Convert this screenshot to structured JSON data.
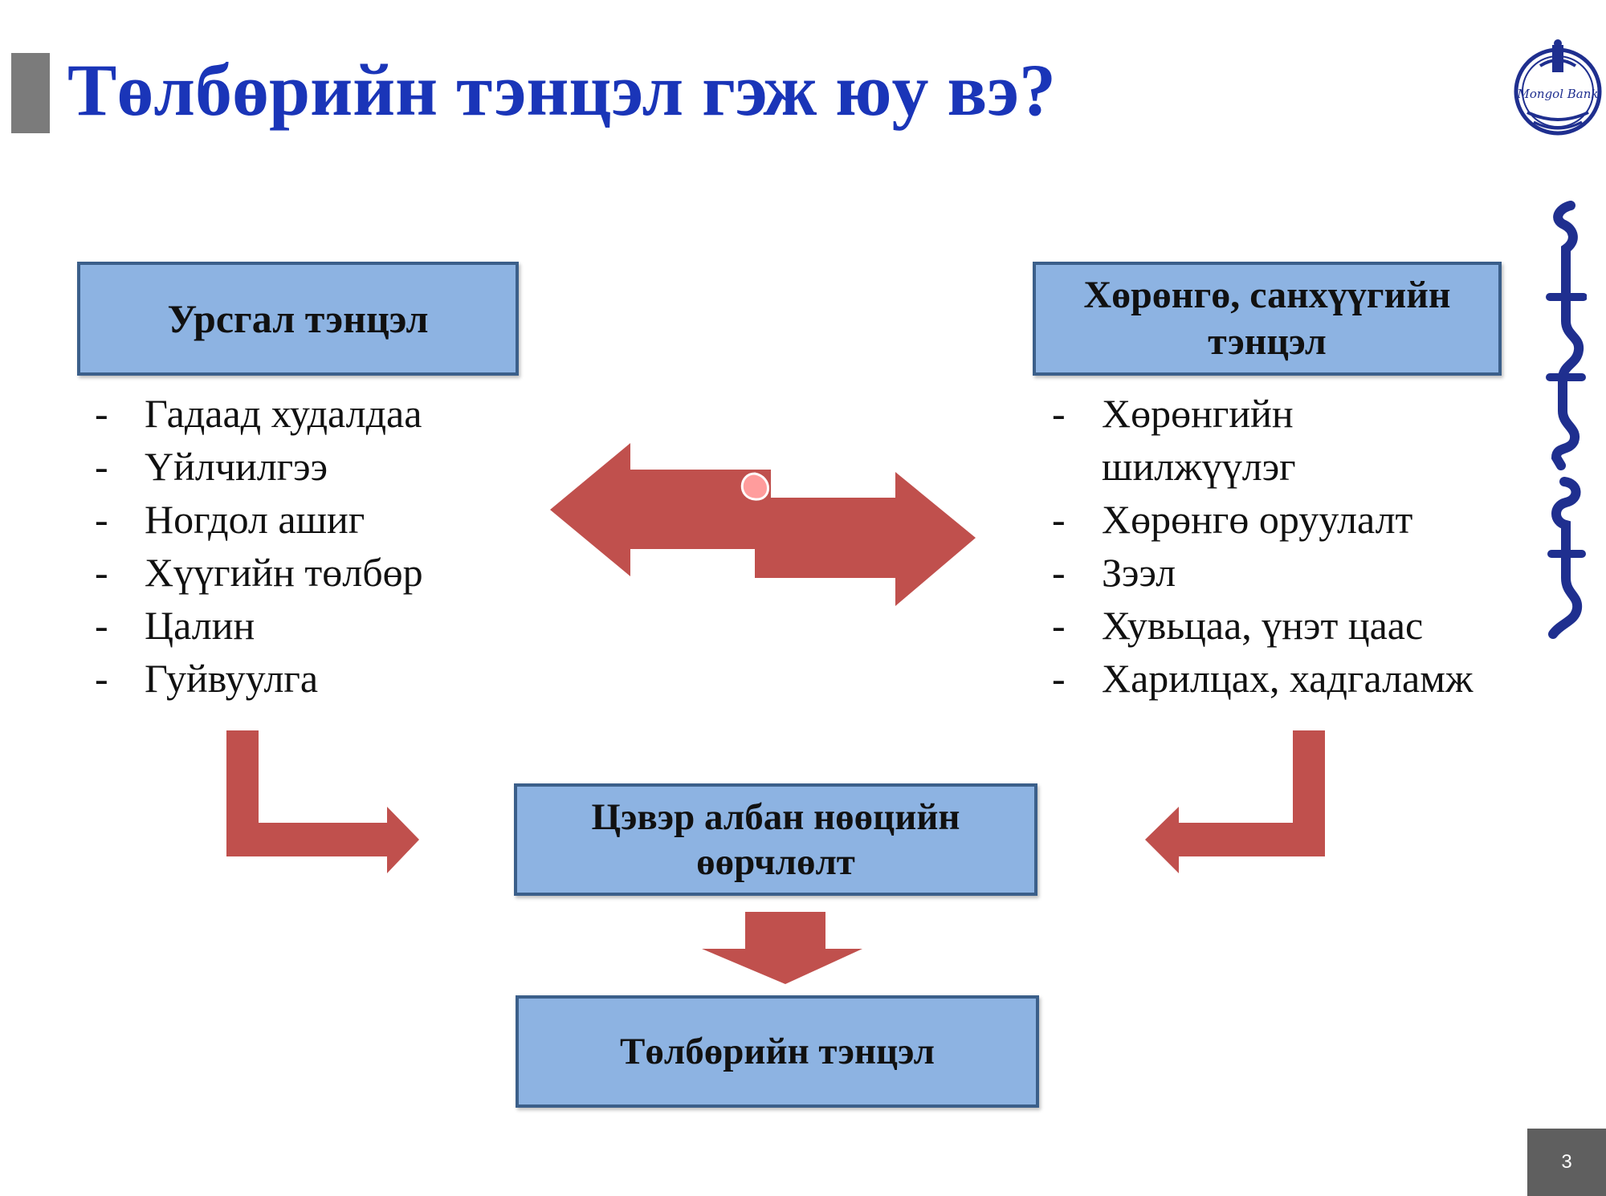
{
  "slide": {
    "title": "Төлбөрийн тэнцэл гэж юу вэ?",
    "page_number": "3"
  },
  "logo": {
    "text": "Mongol Bank"
  },
  "left_box": {
    "label": "Урсгал тэнцэл"
  },
  "left_list": [
    "Гадаад худалдаа",
    "Үйлчилгээ",
    "Ногдол ашиг",
    "Хүүгийн төлбөр",
    "Цалин",
    "Гуйвуулга"
  ],
  "right_box": {
    "label": "Хөрөнгө, санхүүгийн тэнцэл"
  },
  "right_list": [
    "Хөрөнгийн шилжүүлэг",
    "Хөрөнгө оруулалт",
    "Зээл",
    "Хувьцаа, үнэт цаас",
    "Харилцах, хадгаламж"
  ],
  "center_box": {
    "label": "Цэвэр албан нөөцийн өөрчлөлт"
  },
  "bottom_box": {
    "label": "Төлбөрийн тэнцэл"
  },
  "bullet_char": "-",
  "colors": {
    "title": "#1a35b8",
    "box_fill": "#8db3e2",
    "box_border": "#3b5f8a",
    "arrow": "#c0504d",
    "logo": "#1f2f8f"
  }
}
